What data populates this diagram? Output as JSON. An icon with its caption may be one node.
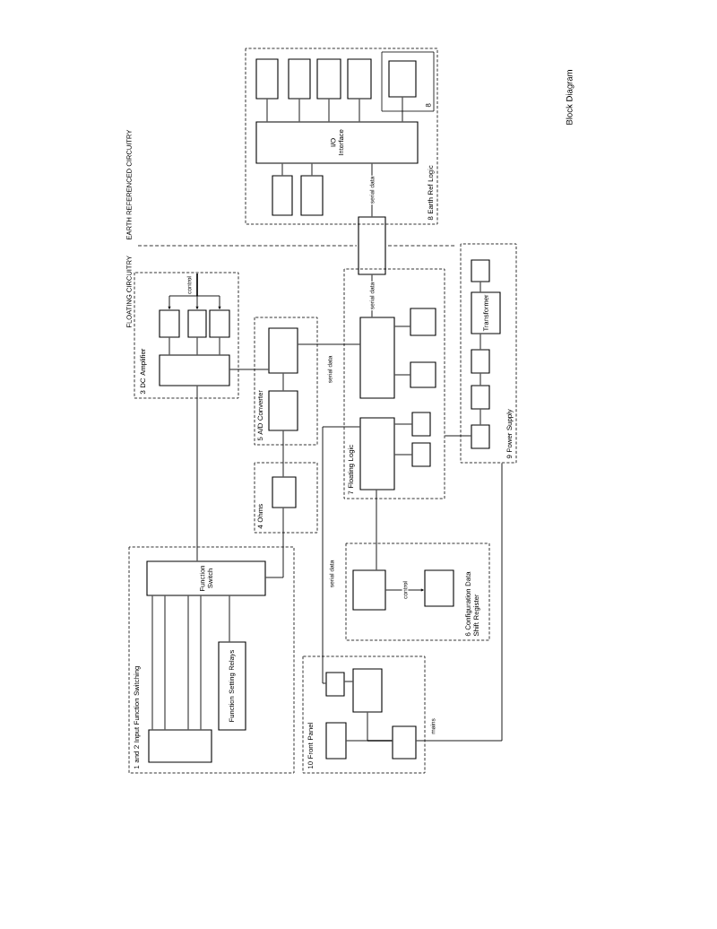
{
  "diagram": {
    "title": "Block Diagram",
    "nodes": [
      {
        "text": [
          "8 Earth Ref Logic"
        ]
      },
      {
        "text": [
          "I/O Interface"
        ],
        "in": 0
      },
      {
        "text": [],
        "shape": "box",
        "in": 0
      },
      {
        "text": [],
        "shape": "box",
        "in": 0
      },
      {
        "text": [],
        "shape": "box",
        "in": 0
      },
      {
        "text": [],
        "shape": "box",
        "in": 0
      },
      {
        "text": [
          "8"
        ],
        "in": 0
      },
      {
        "text": [],
        "shape": "box",
        "in": 6
      },
      {
        "text": [],
        "shape": "box",
        "in": 0
      },
      {
        "text": [],
        "shape": "box",
        "in": 0
      },
      {
        "text": [],
        "shape": "box"
      },
      {
        "text": [
          "7 Floating Logic"
        ]
      },
      {
        "text": [],
        "shape": "box",
        "in": 11
      },
      {
        "text": [],
        "shape": "box",
        "in": 11
      },
      {
        "text": [],
        "shape": "box",
        "in": 11
      },
      {
        "text": [],
        "shape": "box",
        "in": 11
      },
      {
        "text": [],
        "shape": "box",
        "in": 11
      },
      {
        "text": [],
        "shape": "box",
        "in": 11
      },
      {
        "text": [
          "9 Power Supply"
        ]
      },
      {
        "text": [],
        "shape": "box",
        "in": 18
      },
      {
        "text": [
          "Transformer"
        ],
        "in": 18
      },
      {
        "text": [],
        "shape": "box",
        "in": 18
      },
      {
        "text": [],
        "shape": "box",
        "in": 18
      },
      {
        "text": [],
        "shape": "box",
        "in": 18
      },
      {
        "text": [
          "3 DC Amplifier"
        ]
      },
      {
        "text": [],
        "shape": "box",
        "in": 24
      },
      {
        "text": [],
        "shape": "box",
        "in": 24
      },
      {
        "text": [],
        "shape": "box",
        "in": 24
      },
      {
        "text": [],
        "shape": "box",
        "in": 24
      },
      {
        "text": [
          "5 A/D Converter"
        ]
      },
      {
        "text": [],
        "shape": "box",
        "in": 29
      },
      {
        "text": [],
        "shape": "box",
        "in": 29
      },
      {
        "text": [
          "4 Ohms"
        ]
      },
      {
        "text": [],
        "shape": "box",
        "in": 32
      },
      {
        "text": [
          "6 Configuration Data Shift Register"
        ]
      },
      {
        "text": [],
        "shape": "box",
        "in": 34
      },
      {
        "text": [],
        "shape": "box",
        "in": 34
      },
      {
        "text": [
          "1 and 2 Input Function Switching"
        ]
      },
      {
        "text": [
          "Function Switch"
        ],
        "in": 37
      },
      {
        "text": [
          "Function Setting Relays"
        ],
        "in": 37
      },
      {
        "text": [],
        "shape": "box",
        "in": 37
      },
      {
        "text": [
          "10 Front Panel"
        ]
      },
      {
        "text": [],
        "shape": "box",
        "in": 41
      },
      {
        "text": [],
        "shape": "box",
        "in": 41
      },
      {
        "text": [],
        "shape": "box",
        "in": 41
      },
      {
        "text": [],
        "shape": "box",
        "in": 41
      }
    ],
    "edges": [
      {
        "from": 2,
        "to": 1,
        "arrow": "none"
      },
      {
        "from": 3,
        "to": 1,
        "arrow": "none"
      },
      {
        "from": 4,
        "to": 1,
        "arrow": "none"
      },
      {
        "from": 5,
        "to": 1,
        "arrow": "none"
      },
      {
        "from": 7,
        "to": 1,
        "arrow": "none"
      },
      {
        "from": 8,
        "to": 1,
        "arrow": "none"
      },
      {
        "from": 9,
        "to": 1,
        "arrow": "none"
      },
      {
        "from": 1,
        "to": 10,
        "arrow": "none",
        "label": "serial data"
      },
      {
        "from": 10,
        "to": 12,
        "arrow": "none",
        "label": "serial data"
      },
      {
        "from": 12,
        "to": 14,
        "arrow": "none"
      },
      {
        "from": 12,
        "to": 15,
        "arrow": "none"
      },
      {
        "from": 13,
        "to": 16,
        "arrow": "none"
      },
      {
        "from": 13,
        "to": 17,
        "arrow": "none"
      },
      {
        "from": 19,
        "to": 20,
        "arrow": "none"
      },
      {
        "from": 20,
        "to": 21,
        "arrow": "none"
      },
      {
        "from": 21,
        "to": 22,
        "arrow": "none"
      },
      {
        "from": 22,
        "to": 23,
        "arrow": "none"
      },
      {
        "from": 23,
        "to": 11,
        "arrow": "none"
      },
      {
        "from": null,
        "to": 25,
        "arrow": "to"
      },
      {
        "from": null,
        "to": 26,
        "arrow": "to",
        "label": "control"
      },
      {
        "from": null,
        "to": 27,
        "arrow": "to"
      },
      {
        "from": 25,
        "to": 28,
        "arrow": "none"
      },
      {
        "from": 26,
        "to": 28,
        "arrow": "none"
      },
      {
        "from": 27,
        "to": 28,
        "arrow": "none"
      },
      {
        "from": 28,
        "to": 30,
        "arrow": "none"
      },
      {
        "from": 30,
        "to": 31,
        "arrow": "none"
      },
      {
        "from": 31,
        "to": 33,
        "arrow": "none"
      },
      {
        "from": 33,
        "to": 38,
        "arrow": "none"
      },
      {
        "from": 28,
        "to": 38,
        "arrow": "none"
      },
      {
        "from": 30,
        "to": 12,
        "arrow": "none",
        "label": "serial data"
      },
      {
        "from": 13,
        "to": 42,
        "arrow": "none",
        "label": "serial data"
      },
      {
        "from": 13,
        "to": 35,
        "arrow": "none"
      },
      {
        "from": 35,
        "to": 36,
        "arrow": "to",
        "label": "control"
      },
      {
        "from": 40,
        "to": 38,
        "arrow": "none"
      },
      {
        "from": 40,
        "to": 38,
        "arrow": "none"
      },
      {
        "from": 40,
        "to": 38,
        "arrow": "none"
      },
      {
        "from": 40,
        "to": 38,
        "arrow": "none"
      },
      {
        "from": 39,
        "to": 38,
        "arrow": "none"
      },
      {
        "from": 42,
        "to": 43,
        "arrow": "none"
      },
      {
        "from": 44,
        "to": 45,
        "arrow": "none"
      },
      {
        "from": 43,
        "to": 45,
        "arrow": "none"
      },
      {
        "from": 45,
        "to": 18,
        "arrow": "none",
        "label": "mains"
      }
    ],
    "labels": [
      "FLOATING CIRCUITRY",
      "EARTH REFERENCED CIRCUITRY"
    ]
  }
}
